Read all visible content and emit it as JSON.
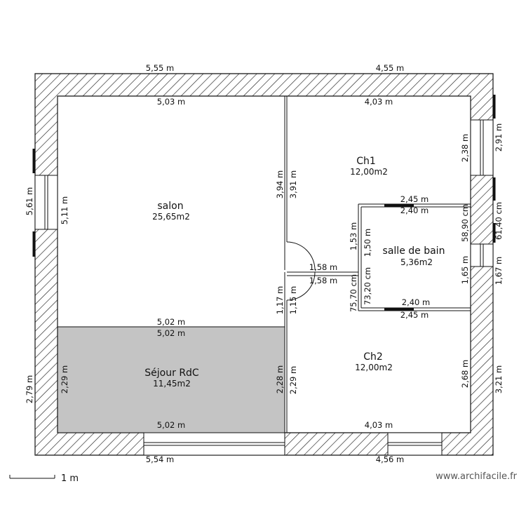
{
  "rooms": [
    {
      "name": "salon",
      "area": "25,65m2"
    },
    {
      "name": "Ch1",
      "area": "12,00m2"
    },
    {
      "name": "salle de bain",
      "area": "5,36m2"
    },
    {
      "name": "Séjour RdC",
      "area": "11,45m2"
    },
    {
      "name": "Ch2",
      "area": "12,00m2"
    }
  ],
  "dims": {
    "top_left_ext": "5,55 m",
    "top_right_ext": "4,55 m",
    "salon_top_int": "5,03 m",
    "ch1_top_int": "4,03 m",
    "salon_bottom_int": "5,02 m",
    "sejour_top_int": "5,02 m",
    "sejour_bottom_int": "5,02 m",
    "ch2_bottom_int": "4,03 m",
    "bottom_left_ext": "5,54 m",
    "bottom_right_ext": "4,56 m",
    "left_upper_ext": "5,61 m",
    "left_upper_int": "5,11 m",
    "left_lower_ext": "2,79 m",
    "left_lower_int": "2,29 m",
    "partition_upper_left": "3,94 m",
    "partition_upper_right": "3,91 m",
    "partition_mid_left": "1,17 m",
    "partition_mid_right": "1,15 m",
    "partition_lower_left": "2,28 m",
    "partition_lower_right": "2,29 m",
    "corridor_top": "1,58 m",
    "corridor_bottom": "1,58 m",
    "sdb_top_outer": "2,45 m",
    "sdb_top_inner": "2,40 m",
    "sdb_bottom_inner": "2,40 m",
    "sdb_bottom_outer": "2,45 m",
    "sdb_left_upper_outer": "1,53 m",
    "sdb_left_upper_inner": "1,50 m",
    "sdb_left_lower_outer": "75,70 cm",
    "sdb_left_lower_inner": "73,20 cm",
    "ch1_right_int": "2,38 m",
    "right_top_ext": "2,91 m",
    "right_mid_int": "58,90 cm",
    "right_mid_ext": "61,40 cm",
    "sdb_right_int": "1,65 m",
    "right_sdb_ext": "1,67 m",
    "ch2_right_int": "2,68 m",
    "right_bottom_ext": "3,21 m"
  },
  "scale_label": "1 m",
  "watermark": "www.archifacile.fr"
}
